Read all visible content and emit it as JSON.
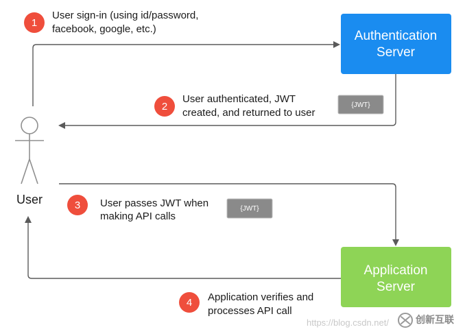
{
  "actor": {
    "label": "User"
  },
  "servers": {
    "auth": {
      "line1": "Authentication",
      "line2": "Server",
      "color": "#1a8cf0"
    },
    "app": {
      "line1": "Application",
      "line2": "Server",
      "color": "#8ed456"
    }
  },
  "steps": [
    {
      "number": "1",
      "line1": "User sign-in (using id/password,",
      "line2": "facebook, google, etc.)"
    },
    {
      "number": "2",
      "line1": "User authenticated, JWT",
      "line2": "created, and returned to user"
    },
    {
      "number": "3",
      "line1": "User passes JWT when",
      "line2": "making API calls"
    },
    {
      "number": "4",
      "line1": "Application verifies and",
      "line2": "processes API call"
    }
  ],
  "tokens": {
    "jwt_a": "{JWT}",
    "jwt_b": "{JWT}"
  },
  "watermark": {
    "url": "https://blog.csdn.net/",
    "logo_text": "创新互联"
  },
  "colors": {
    "badge": "#ef4e3c",
    "token_fill": "#8a8a8a",
    "arrow": "#5a5a5a",
    "actor": "#8f8f8f"
  },
  "icons": {
    "actor": "stick-figure-icon",
    "logo": "logo-icon"
  }
}
